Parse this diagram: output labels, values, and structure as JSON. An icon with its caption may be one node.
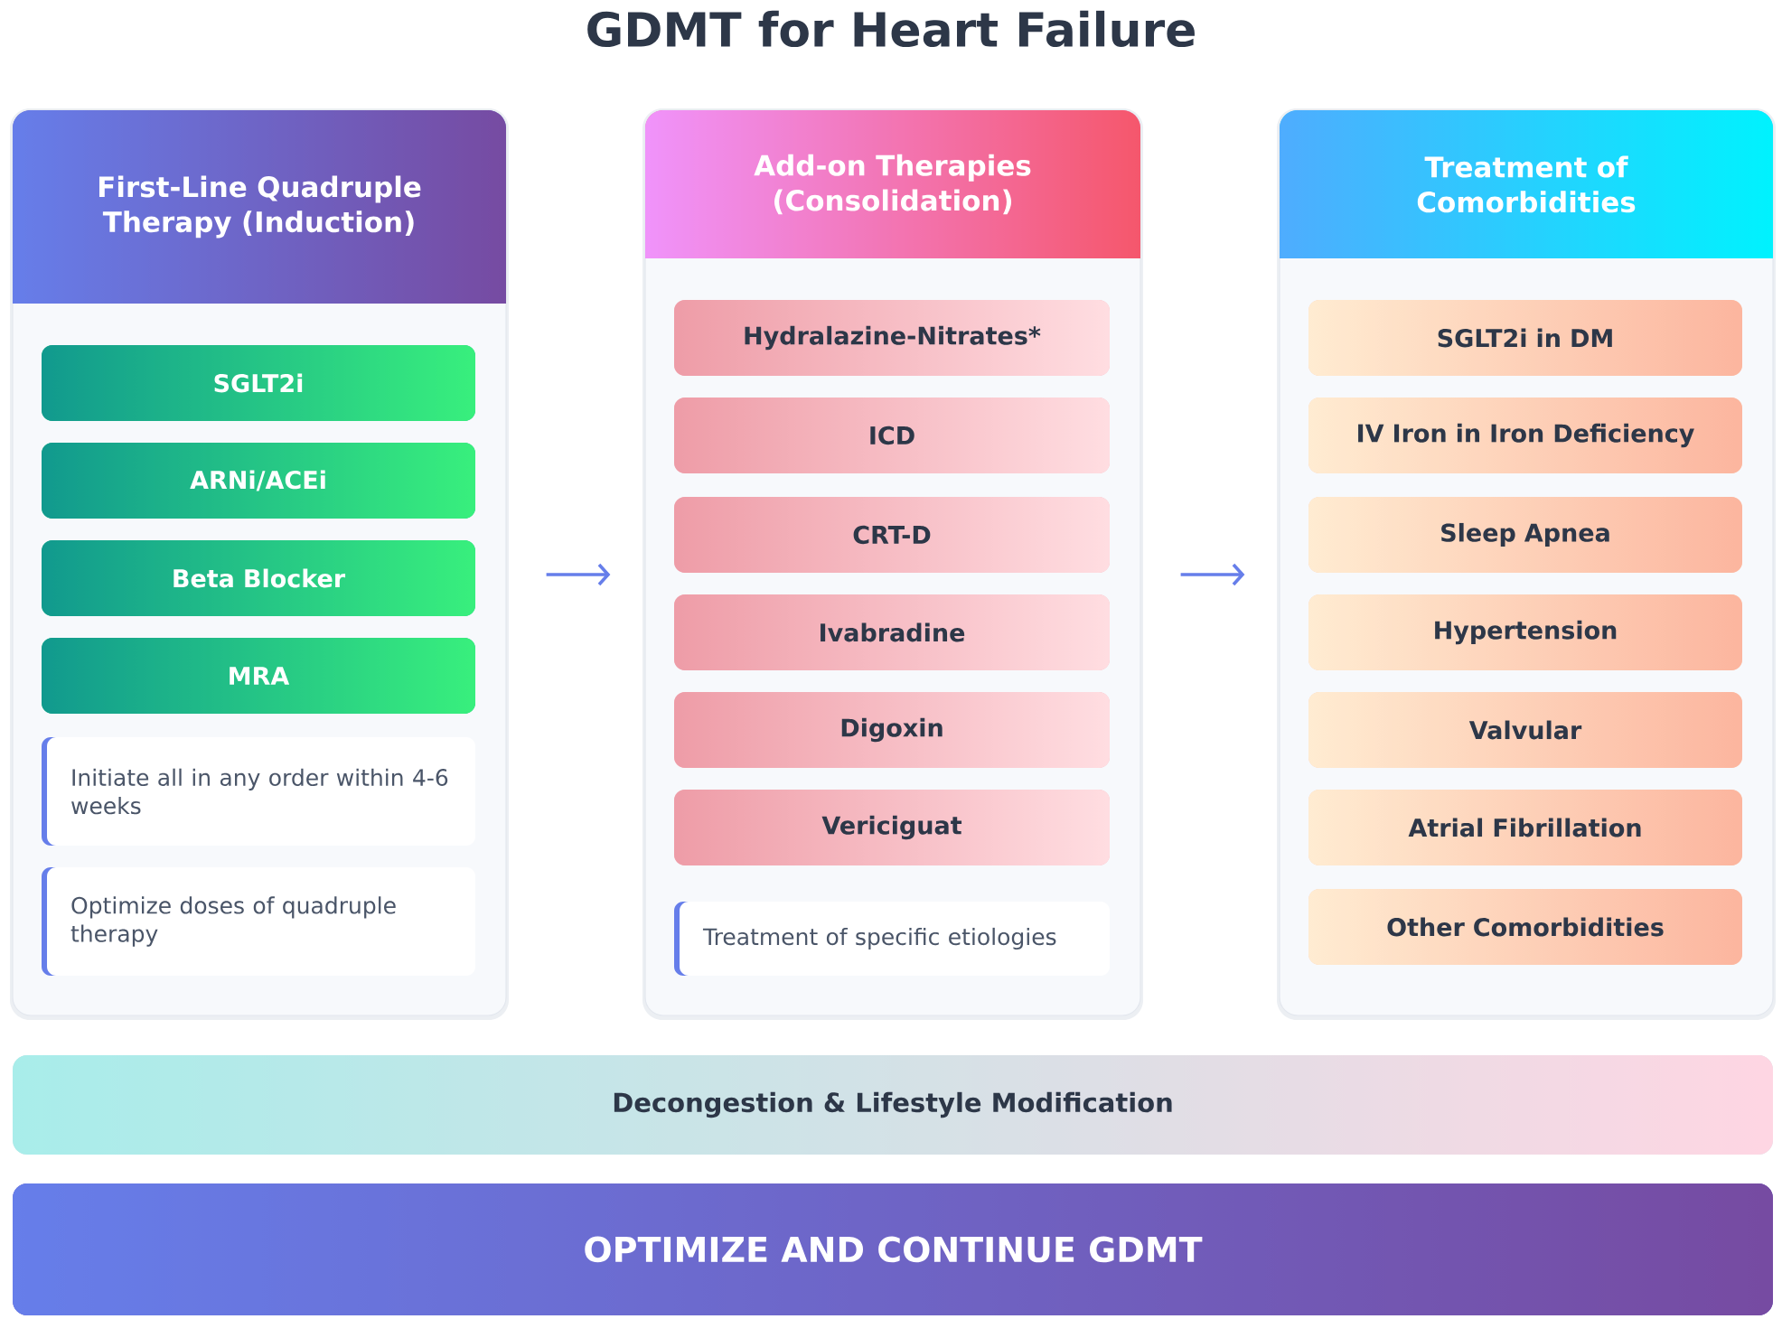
{
  "diagram": {
    "title": "GDMT for Heart Failure",
    "nodes": [
      {
        "text": [
          "First-Line Quadruple Therapy (Induction)"
        ]
      },
      {
        "text": [
          "SGLT2i"
        ],
        "in": 0
      },
      {
        "text": [
          "ARNi/ACEi"
        ],
        "in": 0
      },
      {
        "text": [
          "Beta Blocker"
        ],
        "in": 0
      },
      {
        "text": [
          "MRA"
        ],
        "in": 0
      },
      {
        "text": [
          "Initiate all in any order within 4-6 weeks"
        ],
        "in": 0
      },
      {
        "text": [
          "Optimize doses of quadruple therapy"
        ],
        "in": 0
      },
      {
        "text": [
          "Add-on Therapies (Consolidation)"
        ]
      },
      {
        "text": [
          "Hydralazine-Nitrates*"
        ],
        "in": 7
      },
      {
        "text": [
          "ICD"
        ],
        "in": 7
      },
      {
        "text": [
          "CRT-D"
        ],
        "in": 7
      },
      {
        "text": [
          "Ivabradine"
        ],
        "in": 7
      },
      {
        "text": [
          "Digoxin"
        ],
        "in": 7
      },
      {
        "text": [
          "Vericiguat"
        ],
        "in": 7
      },
      {
        "text": [
          "Treatment of specific etiologies"
        ],
        "in": 7
      },
      {
        "text": [
          "Treatment of Comorbidities"
        ]
      },
      {
        "text": [
          "SGLT2i in DM"
        ],
        "in": 15
      },
      {
        "text": [
          "IV Iron in Iron Deficiency"
        ],
        "in": 15
      },
      {
        "text": [
          "Sleep Apnea"
        ],
        "in": 15
      },
      {
        "text": [
          "Hypertension"
        ],
        "in": 15
      },
      {
        "text": [
          "Valvular"
        ],
        "in": 15
      },
      {
        "text": [
          "Atrial Fibrillation"
        ],
        "in": 15
      },
      {
        "text": [
          "Other Comorbidities"
        ],
        "in": 15
      },
      {
        "text": [
          "Decongestion & Lifestyle Modification"
        ]
      },
      {
        "text": [
          "OPTIMIZE AND CONTINUE GDMT"
        ]
      }
    ],
    "edges": [
      {
        "from": 0,
        "to": 7,
        "arrow": "to"
      },
      {
        "from": 7,
        "to": 15,
        "arrow": "to"
      }
    ]
  }
}
